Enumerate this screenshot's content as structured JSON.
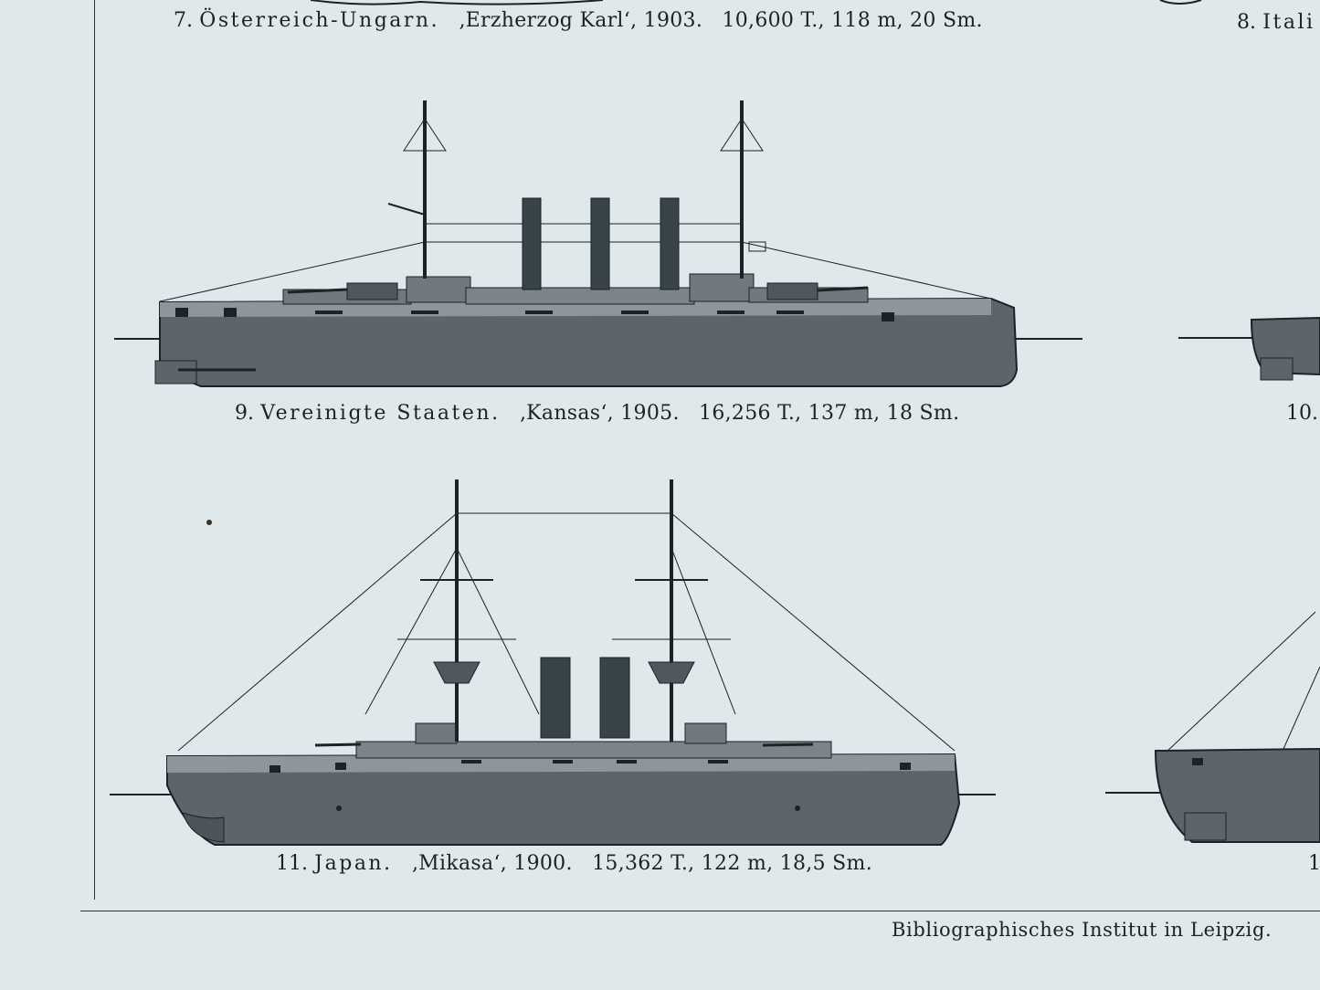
{
  "colors": {
    "paper": "#dfe8ea",
    "ink": "#1c2226",
    "hull": "#5b656b"
  },
  "captions": {
    "c7": {
      "num": "7.",
      "country": "Österreich-Ungarn.",
      "ship": "‚Erzherzog Karl‘, 1903.",
      "specs": "10,600 T., 118 m, 20 Sm."
    },
    "c8": {
      "num": "8.",
      "country": "Itali"
    },
    "c9": {
      "num": "9.",
      "country": "Vereinigte Staaten.",
      "ship": "‚Kansas‘, 1905.",
      "specs": "16,256 T., 137 m, 18 Sm."
    },
    "c10": {
      "num": "10.",
      "country": ""
    },
    "c11": {
      "num": "11.",
      "country": "Japan.",
      "ship": "‚Mikasa‘, 1900.",
      "specs": "15,362 T., 122 m, 18,5 Sm."
    },
    "c12": {
      "num": "1"
    }
  },
  "publisher": "Bibliographisches Institut in Leipzig.",
  "icons": [
    "battleship-kansas-illustration",
    "battleship-mikasa-illustration",
    "partial-ship-illustration"
  ]
}
